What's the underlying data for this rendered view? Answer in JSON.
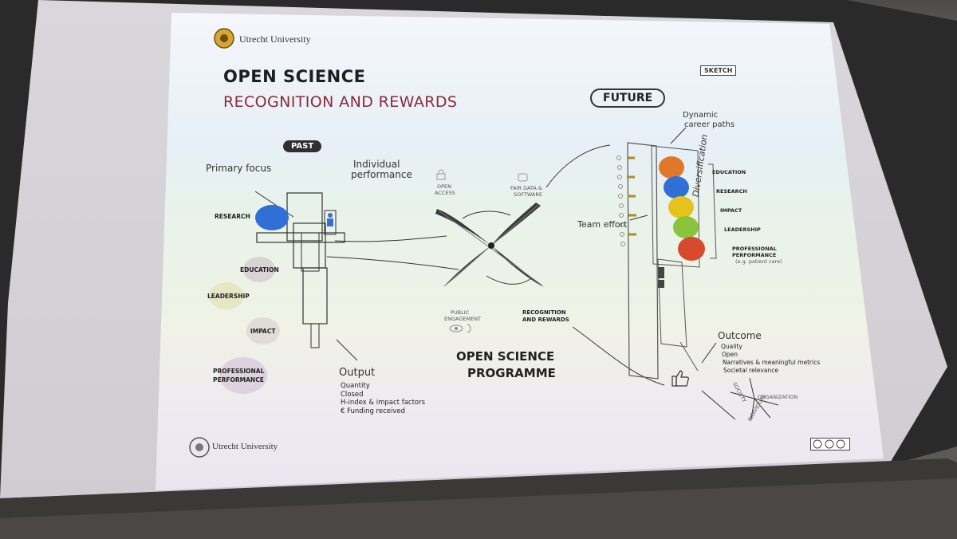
{
  "slide": {
    "university_header": "Utrecht University",
    "title_line1": "OPEN SCIENCE",
    "title_line2": "RECOGNITION AND REWARDS",
    "sketch_tag": "SKETCH",
    "past": {
      "badge": "PAST",
      "primary_focus": "Primary focus",
      "individual_performance_1": "Individual",
      "individual_performance_2": "performance",
      "areas": [
        "RESEARCH",
        "EDUCATION",
        "LEADERSHIP",
        "IMPACT",
        "PROFESSIONAL",
        "PERFORMANCE"
      ],
      "output_heading": "Output",
      "output_items": [
        "Quantity",
        "Closed",
        "H-index & impact factors",
        "€ Funding received"
      ]
    },
    "centre": {
      "open_access_1": "OPEN",
      "open_access_2": "ACCESS",
      "fair_data_1": "FAIR DATA &",
      "fair_data_2": "SOFTWARE",
      "public_engagement_1": "PUBLIC",
      "public_engagement_2": "ENGAGEMENT",
      "recognition_1": "RECOGNITION",
      "recognition_2": "AND REWARDS",
      "programme_1": "OPEN SCIENCE",
      "programme_2": "PROGRAMME"
    },
    "future": {
      "badge": "FUTURE",
      "dynamic_1": "Dynamic",
      "dynamic_2": "career paths",
      "team_effort": "Team effort",
      "diversification": "Diversification",
      "areas": [
        "EDUCATION",
        "RESEARCH",
        "IMPACT",
        "LEADERSHIP",
        "PROFESSIONAL",
        "PERFORMANCE",
        "(e.g. patient care)"
      ],
      "outcome_heading": "Outcome",
      "outcome_items": [
        "Quality",
        "Open",
        "Narratives & meaningful metrics",
        "Societal relevance"
      ],
      "axes": [
        "SOCIETY",
        "ORGANIZATION",
        "INDIVIDUAL"
      ]
    },
    "university_footer": "Utrecht University",
    "colors": {
      "title_red": "#8a2a3a",
      "circle_blue": "#2f6fd6",
      "circle_orange": "#e0782a",
      "circle_yellow": "#e6c21c",
      "circle_green": "#8ac43a",
      "circle_red": "#d84a2e"
    }
  }
}
